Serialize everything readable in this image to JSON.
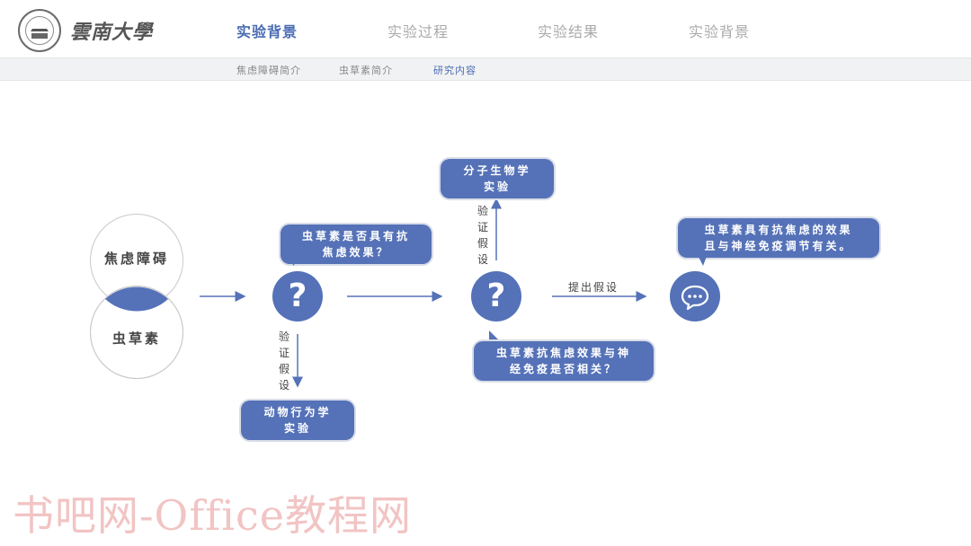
{
  "header": {
    "logo_text": "雲南大學",
    "nav": [
      {
        "label": "实验背景",
        "active": true
      },
      {
        "label": "实验过程",
        "active": false
      },
      {
        "label": "实验结果",
        "active": false
      },
      {
        "label": "实验背景",
        "active": false
      }
    ],
    "subnav": [
      {
        "label": "焦虑障碍简介",
        "active": false
      },
      {
        "label": "虫草素简介",
        "active": false
      },
      {
        "label": "研究内容",
        "active": true
      }
    ]
  },
  "diagram": {
    "venn": {
      "top": "焦虑障碍",
      "bottom": "虫草素"
    },
    "question1_bubble": {
      "line1": "虫草素是否具有抗",
      "line2": "焦虑效果？"
    },
    "question1_mark": "?",
    "verify_label": [
      "验",
      "证",
      "假",
      "设"
    ],
    "animal_box": {
      "line1": "动物行为学",
      "line2": "实验"
    },
    "question2_mark": "?",
    "question2_bubble": {
      "line1": "虫草素抗焦虑效果与神",
      "line2": "经免疫是否相关？"
    },
    "molecular_box": {
      "line1": "分子生物学",
      "line2": "实验"
    },
    "hypothesis_label": "提出假设",
    "conclusion_bubble": {
      "line1": "虫草素具有抗焦虑的效果",
      "line2": "且与神经免疫调节有关。"
    },
    "chat_icon": "chat-bubble-icon"
  },
  "watermark": "书吧网-Office教程网",
  "colors": {
    "accent": "#5572b8",
    "nav_active": "#4a6bb3"
  }
}
